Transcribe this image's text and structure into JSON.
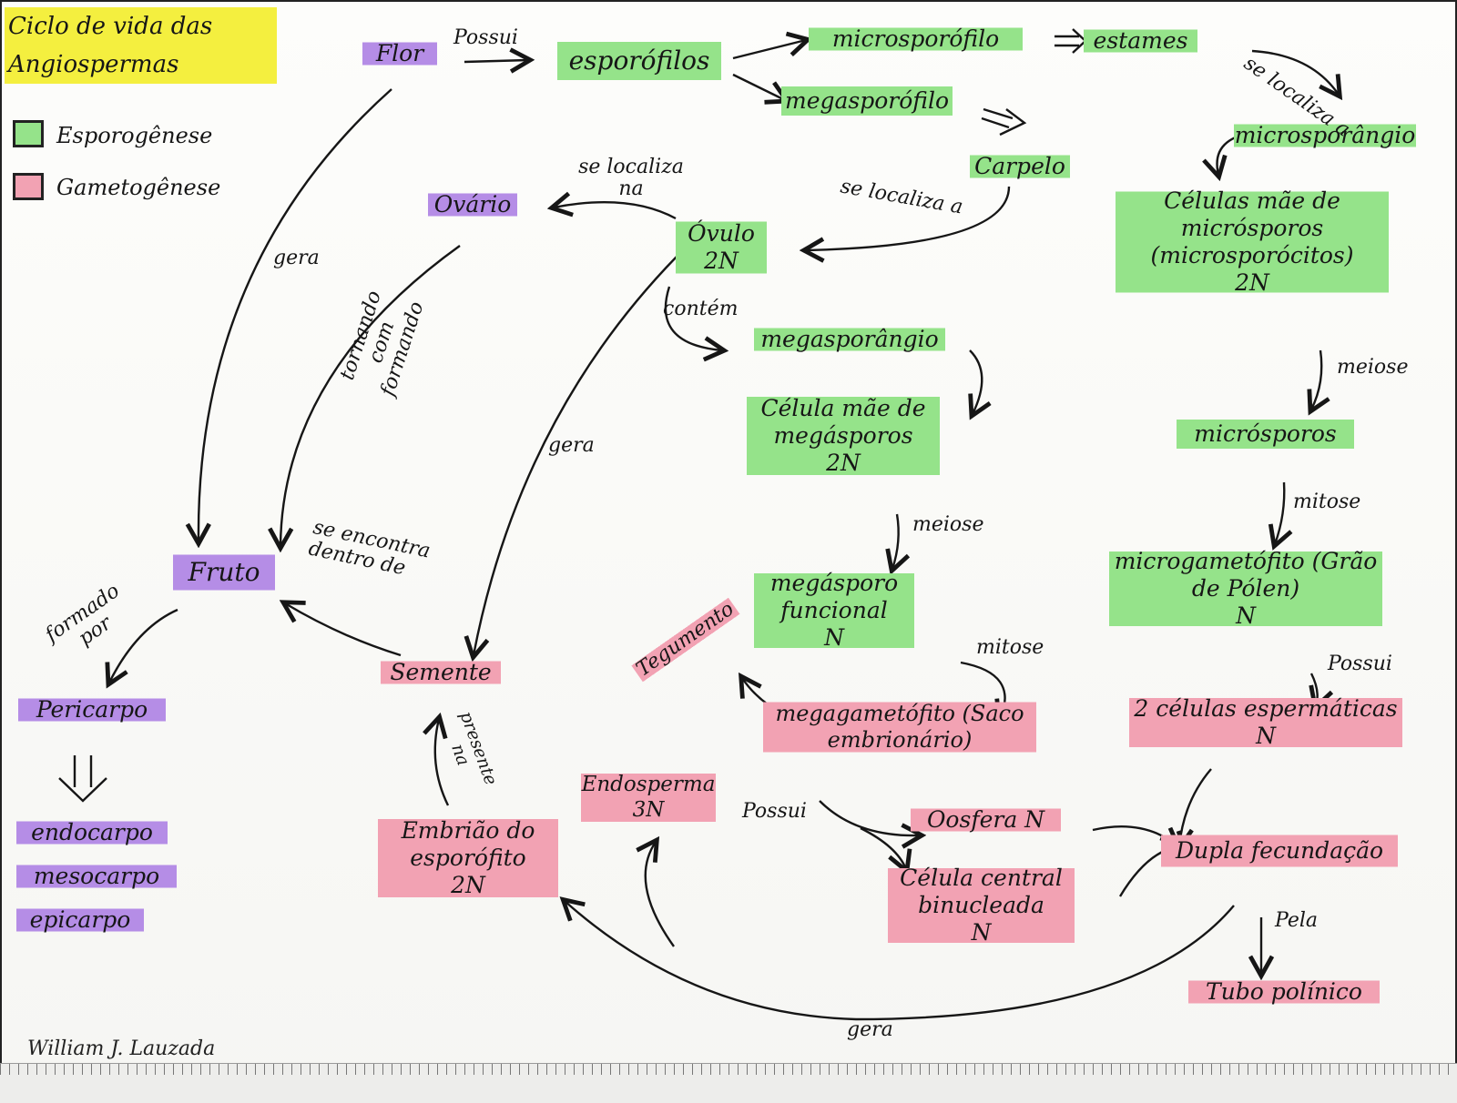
{
  "title": "Ciclo de vida das Angiospermas",
  "legend": [
    {
      "label": "Esporogênese",
      "color": "#95e38a"
    },
    {
      "label": "Gametogênese",
      "color": "#f2a2b3"
    }
  ],
  "nodes": {
    "flor": "Flor",
    "esporofilos": "esporófilos",
    "microsporofilo": "microsporófilo",
    "estames": "estames",
    "megasporofilo": "megasporófilo",
    "carpelo": "Carpelo",
    "microsporangio": "microsporângio",
    "celulas_mae_microsporos": "Células mãe de micrósporos (microsporócitos)",
    "celulas_mae_microsporos_ploidy": "2N",
    "microsporos": "micrósporos",
    "microgametofito": "microgametófito (Grão de Pólen)",
    "microgametofito_ploidy": "N",
    "celulas_espermaticas": "2 células espermáticas",
    "celulas_espermaticas_ploidy": "N",
    "ovario": "Ovário",
    "ovulo": "Óvulo",
    "ovulo_ploidy": "2N",
    "megasporangio": "megasporângio",
    "celula_mae_megasporos": "Célula mãe de megásporos",
    "celula_mae_megasporos_ploidy": "2N",
    "megaspora_funcional": "megásporo funcional",
    "megaspora_funcional_ploidy": "N",
    "tegumento": "Tegumento",
    "megagametofito": "megagametófito (Saco embrionário)",
    "endosperma": "Endosperma",
    "endosperma_ploidy": "3N",
    "oosfera": "Oosfera N",
    "celula_central": "Célula central binucleada",
    "celula_central_ploidy": "N",
    "dupla_fecundacao": "Dupla fecundação",
    "tubo_polinico": "Tubo polínico",
    "fruto": "Fruto",
    "semente": "Semente",
    "embriao": "Embrião do esporófito",
    "embriao_ploidy": "2N",
    "pericarpo": "Pericarpo",
    "endocarpo": "endocarpo",
    "mesocarpo": "mesocarpo",
    "epicarpo": "epicarpo"
  },
  "edge_labels": {
    "possui_1": "Possui",
    "se_localiza_a_1": "se localiza a",
    "se_localiza_na": "se localiza na",
    "se_localiza_a_2": "se localiza a",
    "contem": "contém",
    "meiose_1": "meiose",
    "mitose_1": "mitose",
    "meiose_2": "meiose",
    "mitose_2": "mitose",
    "possui_2": "Possui",
    "possui_3": "Possui",
    "pela": "Pela",
    "gera_1": "gera",
    "gera_2": "gera",
    "gera_3": "gera",
    "tornando_fruto": "tornando com formando",
    "se_encontra": "se encontra dentro de",
    "presente_na": "presente na",
    "formado_por": "formado por"
  },
  "author": "William J. Lauzada",
  "colors": {
    "green": "#95e38a",
    "pink": "#f2a2b3",
    "purple": "#b58de6",
    "yellow": "#f4ef3f"
  }
}
